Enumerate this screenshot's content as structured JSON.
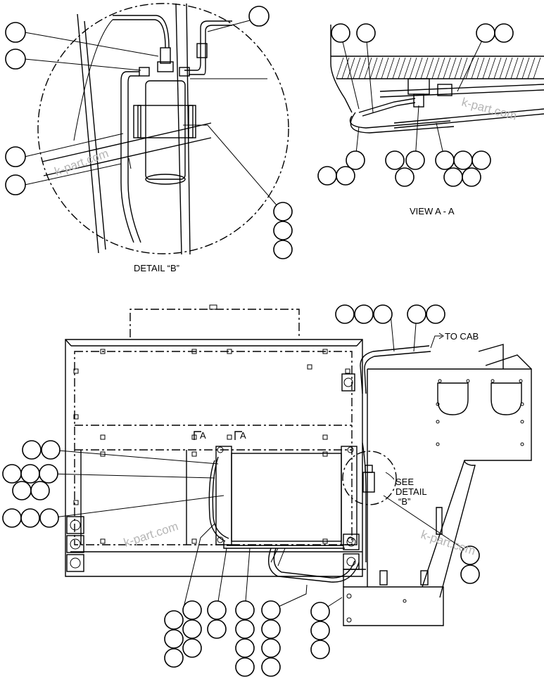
{
  "labels": {
    "detail_b": "DETAIL “B”",
    "view_aa": "VIEW A - A",
    "to_cab": "TO CAB",
    "see_detail_1": "SEE",
    "see_detail_2": "DETAIL",
    "see_detail_3": "“B”",
    "section_a_left": "A",
    "section_a_right": "A"
  },
  "watermark": "k-part.com"
}
